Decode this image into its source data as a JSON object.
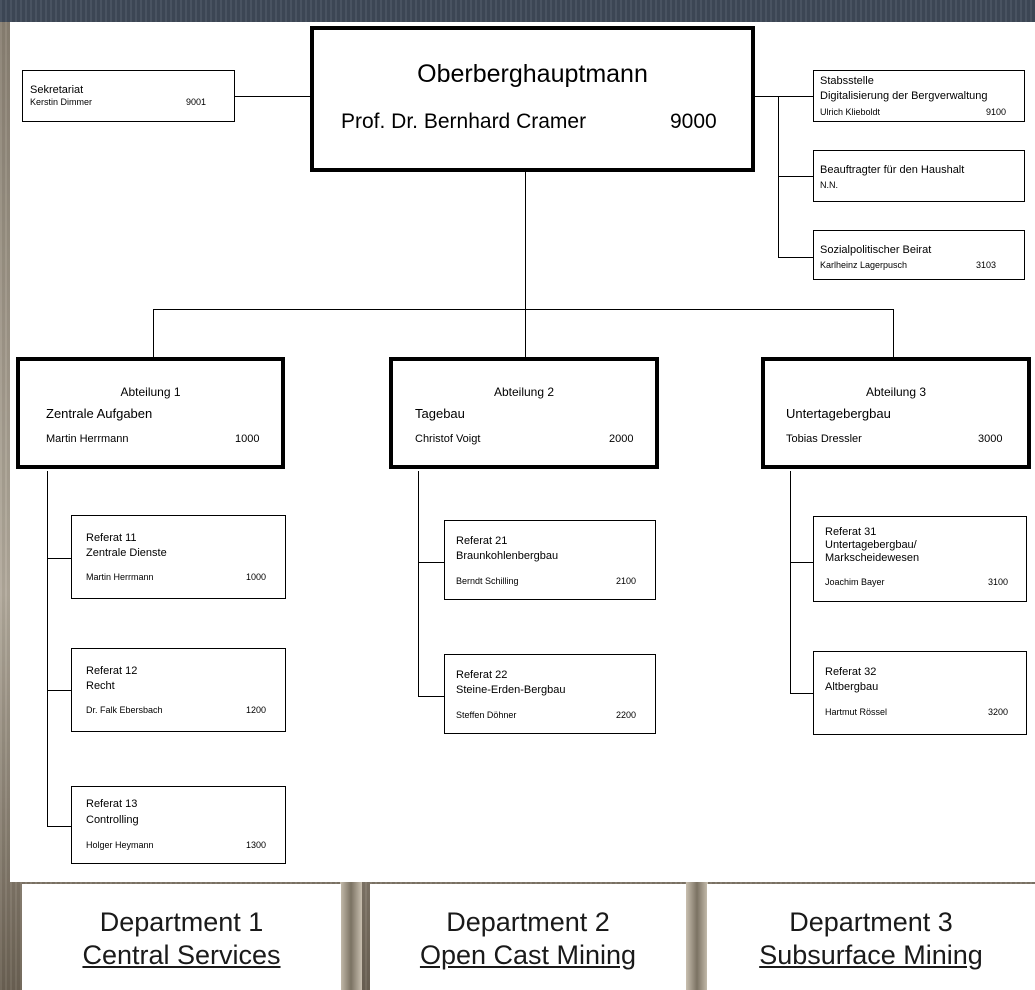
{
  "top": {
    "title": "Oberberghauptmann",
    "person": "Prof. Dr. Bernhard Cramer",
    "ext": "9000"
  },
  "sekretariat": {
    "title": "Sekretariat",
    "person": "Kerstin Dimmer",
    "ext": "9001"
  },
  "staff": [
    {
      "title1": "Stabsstelle",
      "title2": "Digitalisierung der Bergverwaltung",
      "person": "Ulrich Klieboldt",
      "ext": "9100"
    },
    {
      "title1": "Beauftragter für den Haushalt",
      "title2": "",
      "person": "N.N.",
      "ext": ""
    },
    {
      "title1": "Sozialpolitischer Beirat",
      "title2": "",
      "person": "Karlheinz Lagerpusch",
      "ext": "3103"
    }
  ],
  "departments": [
    {
      "heading": "Abteilung 1",
      "name": "Zentrale Aufgaben",
      "person": "Martin Herrmann",
      "ext": "1000",
      "referate": [
        {
          "l1": "Referat 11",
          "l2": "Zentrale Dienste",
          "l3": "",
          "person": "Martin Herrmann",
          "ext": "1000"
        },
        {
          "l1": "Referat 12",
          "l2": "Recht",
          "l3": "",
          "person": "Dr. Falk Ebersbach",
          "ext": "1200"
        },
        {
          "l1": "Referat 13",
          "l2": "Controlling",
          "l3": "",
          "person": "Holger Heymann",
          "ext": "1300"
        }
      ]
    },
    {
      "heading": "Abteilung 2",
      "name": "Tagebau",
      "person": "Christof Voigt",
      "ext": "2000",
      "referate": [
        {
          "l1": "Referat 21",
          "l2": "Braunkohlenbergbau",
          "l3": "",
          "person": "Berndt Schilling",
          "ext": "2100"
        },
        {
          "l1": "Referat 22",
          "l2": "Steine-Erden-Bergbau",
          "l3": "",
          "person": "Steffen Döhner",
          "ext": "2200"
        }
      ]
    },
    {
      "heading": "Abteilung 3",
      "name": "Untertagebergbau",
      "person": "Tobias Dressler",
      "ext": "3000",
      "referate": [
        {
          "l1": "Referat 31",
          "l2": "Untertagebergbau/",
          "l3": "Markscheidewesen",
          "person": "Joachim Bayer",
          "ext": "3100"
        },
        {
          "l1": "Referat 32",
          "l2": "Altbergbau",
          "l3": "",
          "person": "Hartmut Rössel",
          "ext": "3200"
        }
      ]
    }
  ],
  "captions": [
    {
      "line1": "Department 1",
      "line2": "Central Services"
    },
    {
      "line1": "Department 2",
      "line2": "Open Cast Mining"
    },
    {
      "line1": "Department 3",
      "line2": "Subsurface Mining"
    }
  ]
}
